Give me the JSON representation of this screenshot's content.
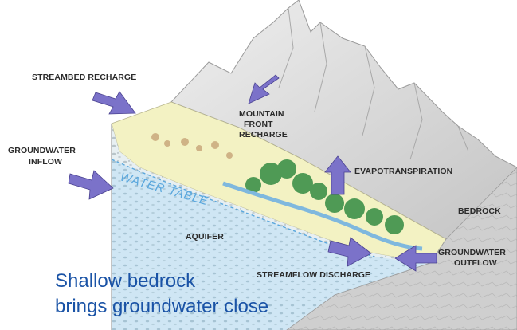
{
  "labels": {
    "streambed_recharge": "STREAMBED RECHARGE",
    "mountain_front_recharge": [
      "MOUNTAIN",
      "FRONT",
      "RECHARGE"
    ],
    "groundwater_inflow": [
      "GROUNDWATER",
      "INFLOW"
    ],
    "evapotranspiration": "EVAPOTRANSPIRATION",
    "water_table": "WATER TABLE",
    "bedrock": "BEDROCK",
    "aquifer": "AQUIFER",
    "streamflow_discharge": "STREAMFLOW DISCHARGE",
    "groundwater_outflow": [
      "GROUNDWATER",
      "OUTFLOW"
    ]
  },
  "caption": {
    "line1": "Shallow bedrock",
    "line2": "brings groundwater close"
  },
  "colors": {
    "arrow": "#7b72c9",
    "mountain": "#d8d8d8",
    "valley_fill": "#f3f2c3",
    "aquifer": "#cfe7f5",
    "trees": "#4f9a55",
    "caption": "#1a53a6"
  }
}
